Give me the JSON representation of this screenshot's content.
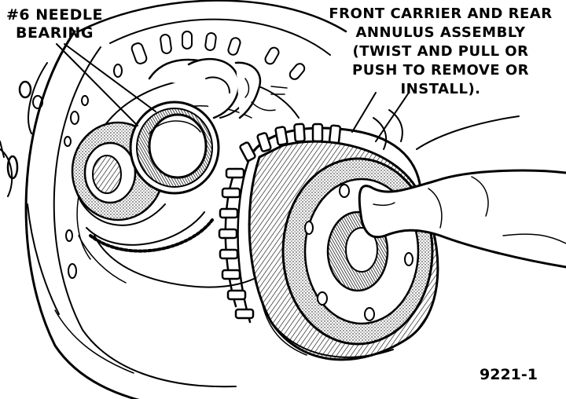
{
  "illustration": {
    "subject": "transmission-front-carrier-removal",
    "ink_color": "#000000",
    "paper_color": "#ffffff"
  },
  "callouts": {
    "needle_bearing": {
      "lines": [
        "#6 NEEDLE",
        "BEARING"
      ]
    },
    "front_carrier": {
      "lines": [
        "FRONT CARRIER AND REAR",
        "ANNULUS ASSEMBLY",
        "(TWIST AND PULL OR",
        "PUSH TO REMOVE OR",
        "INSTALL)."
      ]
    }
  },
  "figure_number": "9221-1"
}
